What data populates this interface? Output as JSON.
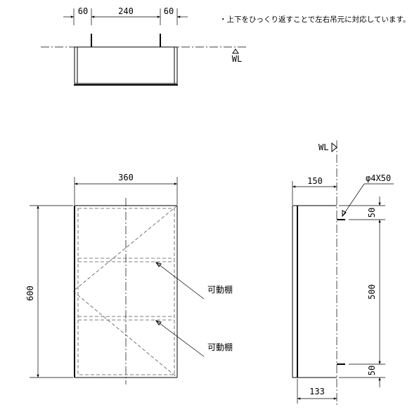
{
  "note": "・上下をひっくり返すことで左右吊元に対応しています。",
  "wl_label": "WL",
  "top_view": {
    "dim_left": "60",
    "dim_mid": "240",
    "dim_right": "60"
  },
  "front_view": {
    "width": "360",
    "height": "600",
    "shelf_label_1": "可動棚",
    "shelf_label_2": "可動棚"
  },
  "side_view": {
    "depth": "150",
    "screw": "φ4X50",
    "dim_top": "50",
    "dim_mid": "500",
    "dim_bottom": "50",
    "dim_base": "133"
  }
}
